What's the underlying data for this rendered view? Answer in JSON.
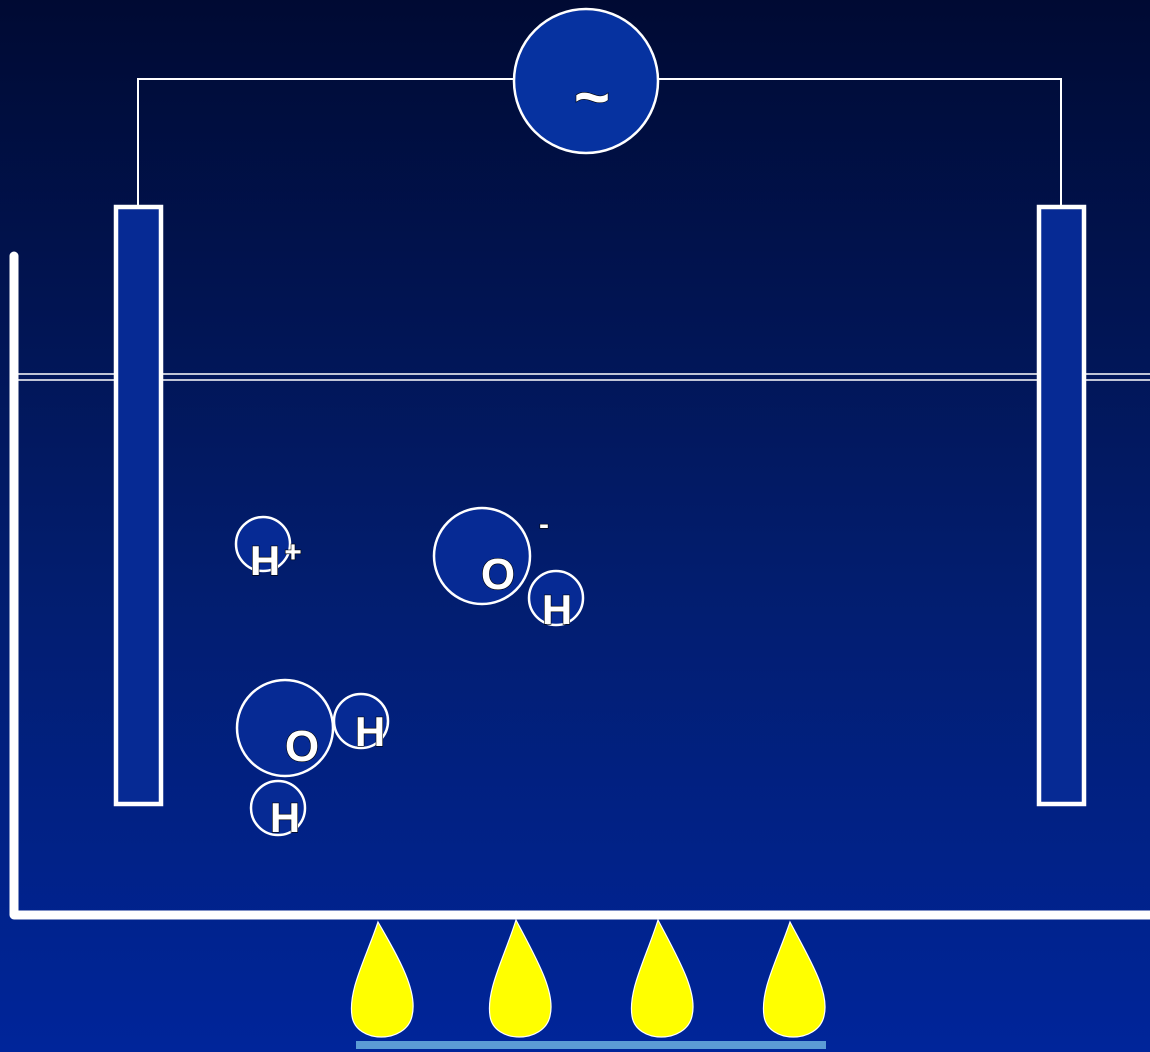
{
  "ac_source": {
    "symbol": "~"
  },
  "hydrogen_ion": {
    "symbol": "H",
    "charge": "+"
  },
  "hydroxide_ion": {
    "oxygen": "O",
    "hydrogen": "H",
    "charge": "-"
  },
  "water_molecule": {
    "oxygen": "O",
    "hydrogen_1": "H",
    "hydrogen_2": "H"
  },
  "burner": {
    "flame_count": 4,
    "flame_color": "#ffff00",
    "base_color": "#5b9bd5"
  },
  "colors": {
    "background_top": "#000a33",
    "background_bottom": "#00259a",
    "electrode_fill": "#062a94",
    "outline": "#ffffff"
  }
}
